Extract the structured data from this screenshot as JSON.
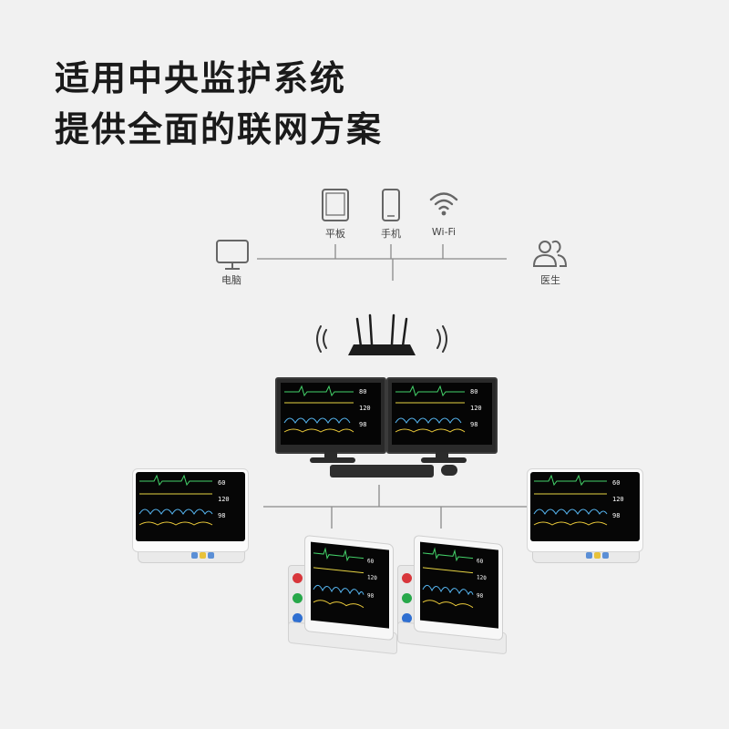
{
  "headline": {
    "line1": "适用中央监护系统",
    "line2": "提供全面的联网方案"
  },
  "network": {
    "tablet_label": "平板",
    "phone_label": "手机",
    "wifi_label": "Wi-Fi",
    "computer_label": "电脑",
    "doctor_label": "医生"
  },
  "colors": {
    "background": "#f1f1f1",
    "line": "#8a8a8a",
    "icon": "#666666",
    "monitor_dark": "#2a2a2a",
    "button_blue": "#5b8fd6",
    "button_yellow": "#e8c23b",
    "port_red": "#d8363b",
    "port_green": "#27a84a",
    "port_blue": "#2f6fd1"
  }
}
